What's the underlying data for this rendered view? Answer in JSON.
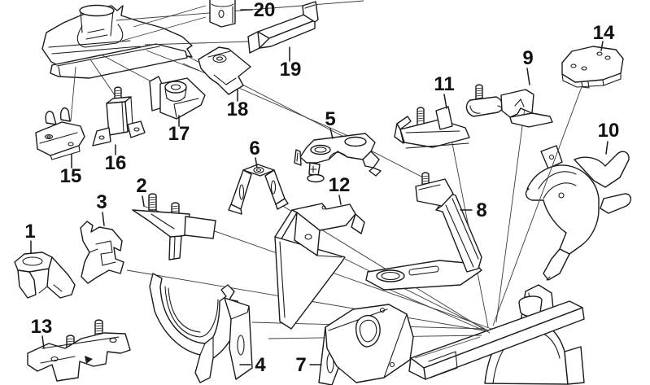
{
  "diagram": {
    "kind": "exploded-parts-line-drawing",
    "background_color": "#ffffff",
    "line_color": "#1b1b1b",
    "part_labels": [
      "1",
      "2",
      "3",
      "4",
      "5",
      "6",
      "7",
      "8",
      "9",
      "10",
      "11",
      "12",
      "13",
      "14",
      "15",
      "16",
      "17",
      "18",
      "19",
      "20"
    ]
  }
}
